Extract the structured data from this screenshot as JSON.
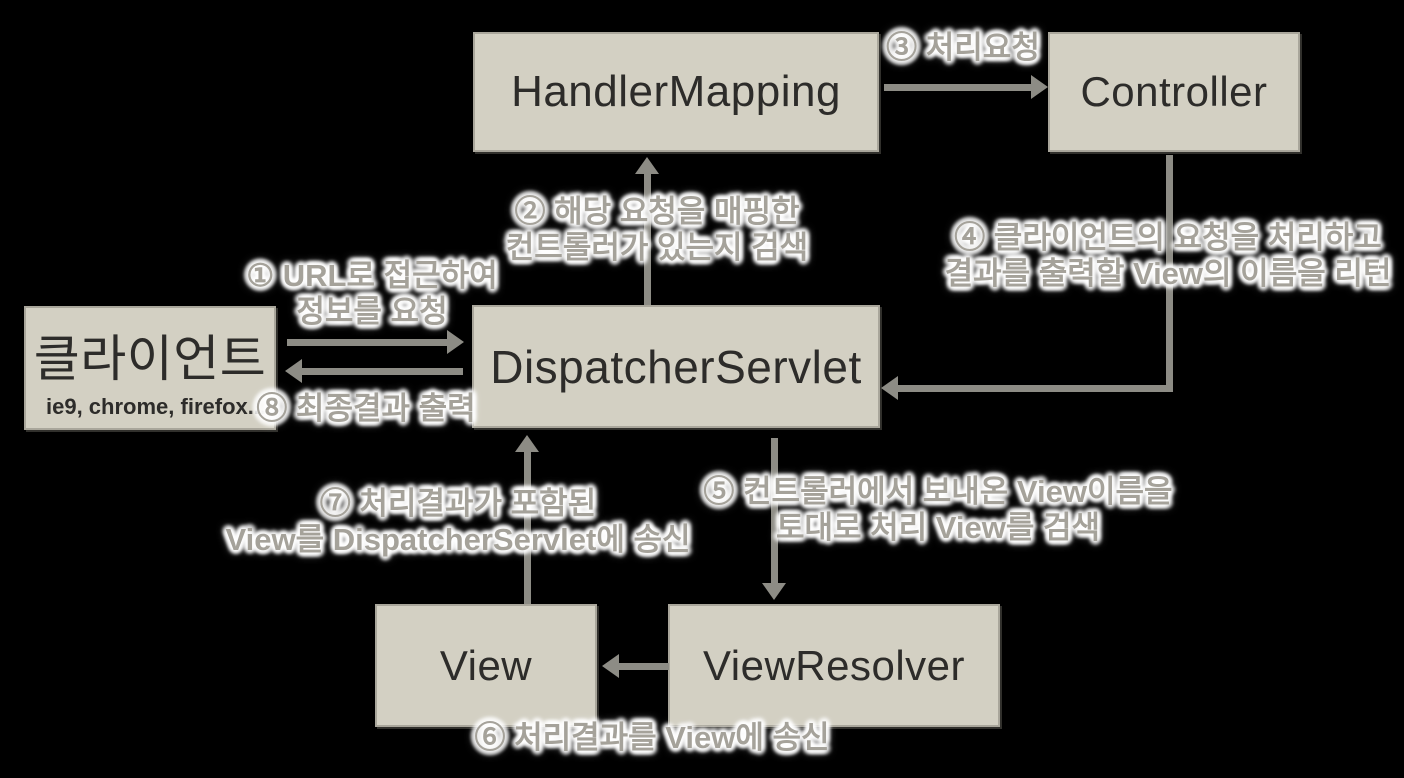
{
  "diagram_type": "spring-mvc-request-flow",
  "colors": {
    "background": "#000000",
    "box_fill": "#d3d0c3",
    "box_border": "#a9a69b",
    "box_text": "#2d2c2a",
    "arrow": "#8d8c85",
    "step_label": "#a5a29a",
    "step_label_glow": "#ffffff"
  },
  "nodes": {
    "handler_mapping": {
      "label": "HandlerMapping"
    },
    "controller": {
      "label": "Controller"
    },
    "client": {
      "label": "클라이언트",
      "sublabel": "ie9, chrome, firefox..."
    },
    "dispatcher_servlet": {
      "label": "DispatcherServlet"
    },
    "view": {
      "label": "View"
    },
    "view_resolver": {
      "label": "ViewResolver"
    }
  },
  "steps": {
    "s1": {
      "line1": "① URL로 접근하여",
      "line2": "정보를 요청",
      "from": "client",
      "to": "dispatcher_servlet"
    },
    "s2": {
      "line1": "② 해당 요청을 매핑한",
      "line2": "컨트롤러가 있는지 검색",
      "from": "dispatcher_servlet",
      "to": "handler_mapping"
    },
    "s3": {
      "line1": "③ 처리요청",
      "from": "handler_mapping",
      "to": "controller"
    },
    "s4": {
      "line1": "④ 클라이언트의 요청을 처리하고",
      "line2": "결과를 출력할 View의 이름을 리턴",
      "from": "controller",
      "to": "dispatcher_servlet"
    },
    "s5": {
      "line1": "⑤ 컨트롤러에서 보내온 View이름을",
      "line2": "토대로 처리 View를 검색",
      "from": "dispatcher_servlet",
      "to": "view_resolver"
    },
    "s6": {
      "line1": "⑥ 처리결과를 View에 송신",
      "from": "view_resolver",
      "to": "view"
    },
    "s7": {
      "line1": "⑦ 처리결과가 포함된",
      "line2": "View를 DispatcherServlet에 송신",
      "from": "view",
      "to": "dispatcher_servlet"
    },
    "s8": {
      "line1": "⑧ 최종결과 출력",
      "from": "dispatcher_servlet",
      "to": "client"
    }
  }
}
